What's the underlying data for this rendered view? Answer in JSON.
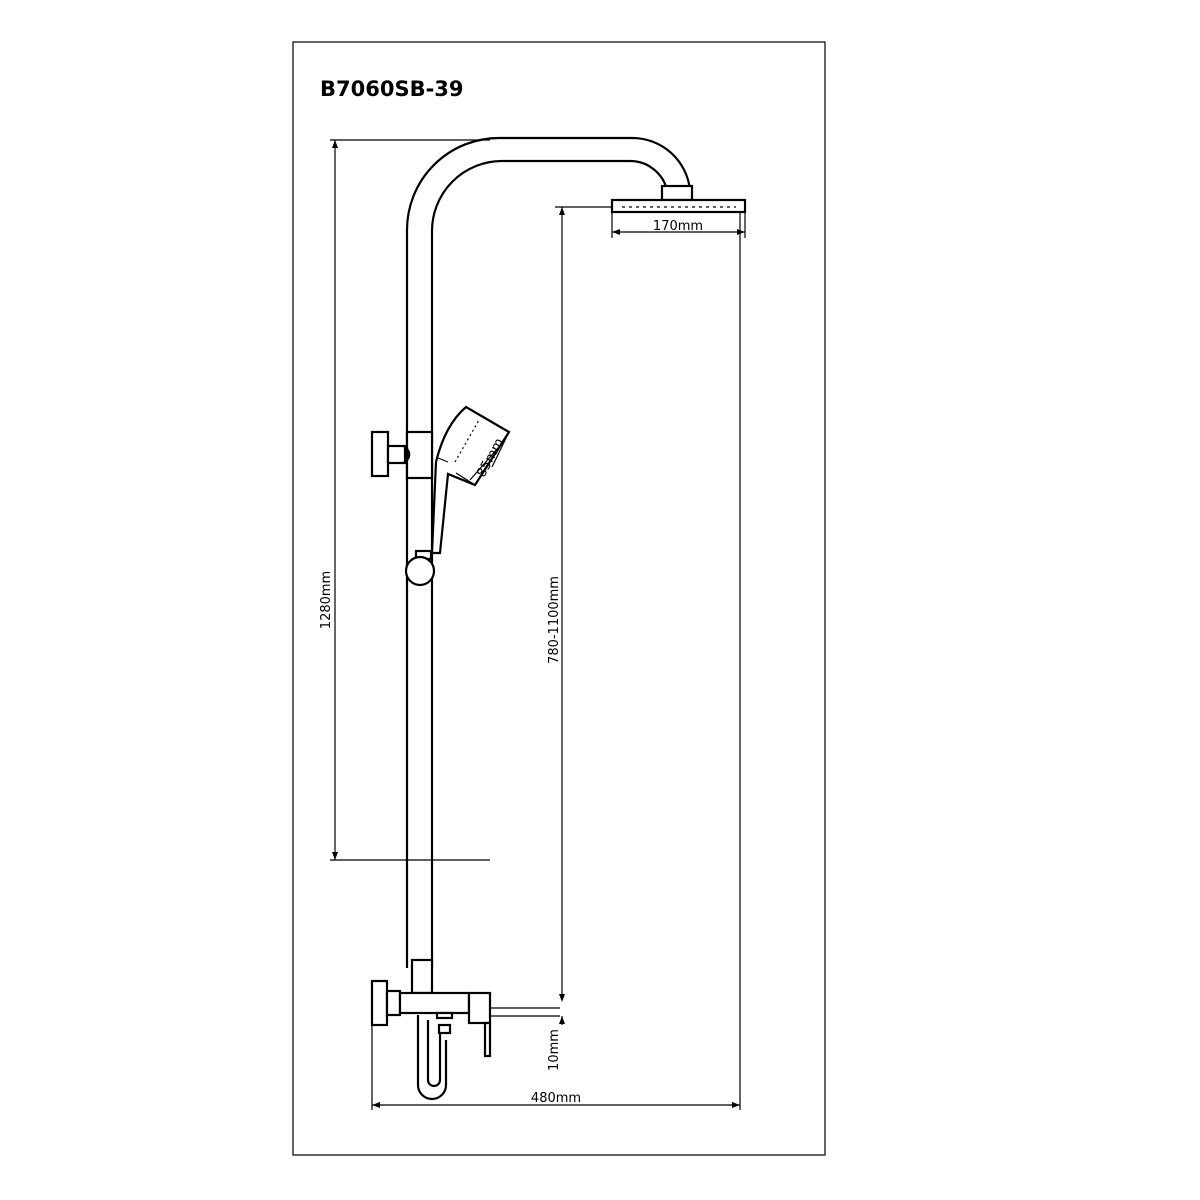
{
  "title": "B7060SB-39",
  "dimensions": {
    "head_width": "170mm",
    "hand_shower": "85mm",
    "total_height": "1280mm",
    "adjustable_height": "780-1100mm",
    "outlet_offset": "10mm",
    "total_width": "480mm"
  }
}
